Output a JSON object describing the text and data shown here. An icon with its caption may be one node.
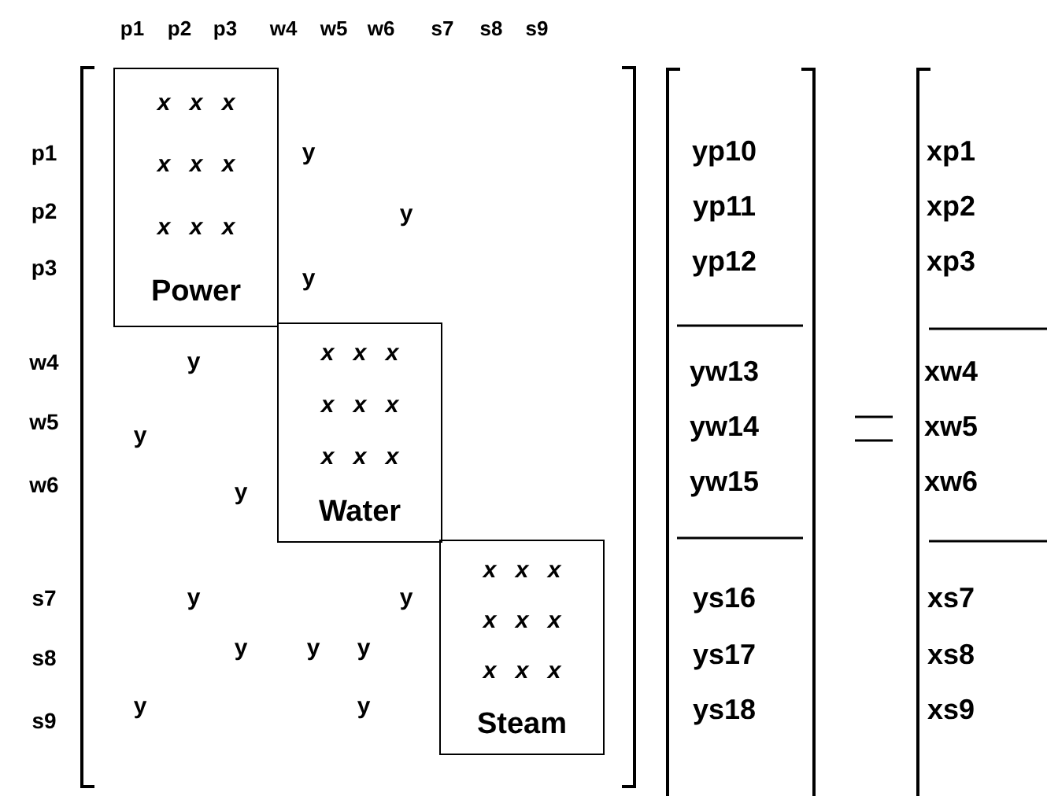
{
  "diagram": {
    "nodes": [
      {
        "text": [
          "x x x",
          "x x x",
          "x x x",
          "Power"
        ]
      },
      {
        "text": [
          "x x x",
          "x x x",
          "x x x",
          "Water"
        ]
      },
      {
        "text": [
          "x x x",
          "x x x",
          "x x x",
          "Steam"
        ]
      }
    ],
    "labels": [
      "p1",
      "p2",
      "p3",
      "w4",
      "w5",
      "w6",
      "s7",
      "s8",
      "s9",
      "p1",
      "p2",
      "p3",
      "w4",
      "w5",
      "w6",
      "s7",
      "s8",
      "s9",
      "y",
      "y",
      "y",
      "y",
      "y",
      "y",
      "y",
      "y",
      "y",
      "y",
      "y",
      "y",
      "y",
      "yp10",
      "yp11",
      "yp12",
      "yw13",
      "yw14",
      "yw15",
      "ys16",
      "ys17",
      "ys18",
      "xp1",
      "xp2",
      "xp3",
      "xw4",
      "xw5",
      "xw6",
      "xs7",
      "xs8",
      "xs9"
    ]
  }
}
